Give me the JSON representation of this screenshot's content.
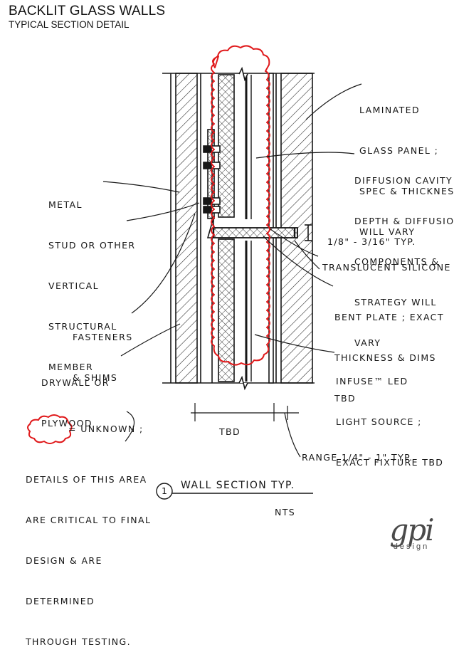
{
  "header": {
    "title": "BACKLIT GLASS WALLS",
    "subtitle": "TYPICAL SECTION DETAIL"
  },
  "callouts": {
    "glass_panel": [
      "LAMINATED",
      "GLASS PANEL ;",
      "SPEC & THICKNESS",
      "WILL VARY"
    ],
    "diffusion_cavity": [
      "DIFFUSION CAVITY ;",
      "DEPTH & DIFFUSION",
      "COMPONENTS &",
      "STRATEGY WILL",
      "VARY"
    ],
    "metal_stud": [
      "METAL",
      "STUD OR OTHER",
      "VERTICAL",
      "STRUCTURAL",
      "MEMBER"
    ],
    "gap_dimension": "1/8\" - 3/16\" TYP.",
    "silicone": "TRANSLUCENT SILICONE",
    "bent_plate": [
      "BENT PLATE ; EXACT",
      "THICKNESS & DIMS",
      "TBD"
    ],
    "fasteners": [
      "FASTENERS",
      "& SHIMS"
    ],
    "drywall": [
      "DRYWALL OR",
      "PLYWOOD"
    ],
    "light_source": [
      "INFUSE™ LED",
      "LIGHT SOURCE ;",
      "EXACT FIXTURE TBD"
    ],
    "dim_tbd": "TBD",
    "range": "RANGE 1/4\" - 1\" TYP."
  },
  "legend": {
    "unknown_label": "= UNKNOWN ;",
    "note": [
      "DETAILS OF THIS AREA",
      "ARE CRITICAL TO FINAL",
      "DESIGN & ARE",
      "DETERMINED",
      "THROUGH TESTING."
    ]
  },
  "section_mark": {
    "number": "1",
    "title": "WALL SECTION TYP.",
    "scale": "NTS"
  },
  "logo": {
    "mark": "gpi",
    "word": "design"
  },
  "colors": {
    "ink": "#161616",
    "unknown_outline": "#e0191b",
    "logo_gray": "#4a4a4a"
  }
}
